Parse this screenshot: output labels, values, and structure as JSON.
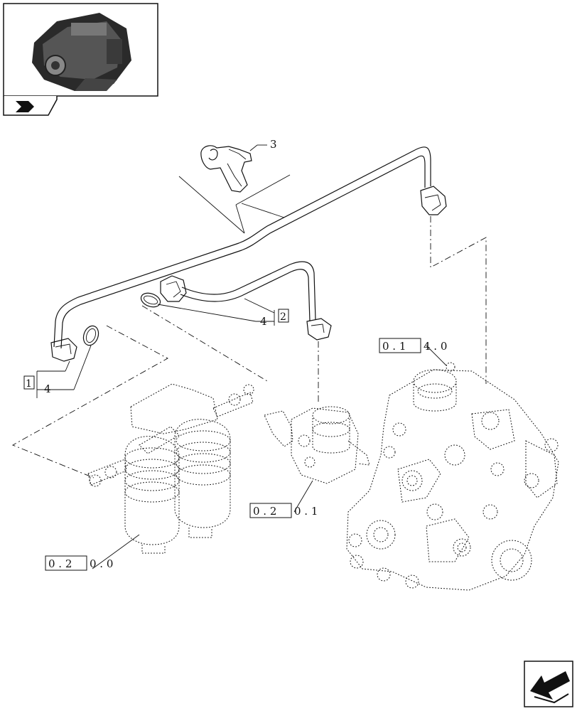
{
  "callouts": {
    "item3": "3",
    "item1": "1",
    "item4_left": "4",
    "item4_right": "4",
    "item2": "2"
  },
  "refs": {
    "ref_0140": {
      "boxed": "0 . 1",
      "rest": "4 . 0"
    },
    "ref_0201": {
      "boxed": "0 . 2",
      "rest": "0 . 1"
    },
    "ref_0200": {
      "boxed": "0 . 2",
      "rest": "0 . 0"
    }
  },
  "icons": {
    "thumbnail": "engine-thumbnail-icon",
    "bookmark": "bookmark-icon",
    "navigation": "navigation-arrow-icon"
  }
}
